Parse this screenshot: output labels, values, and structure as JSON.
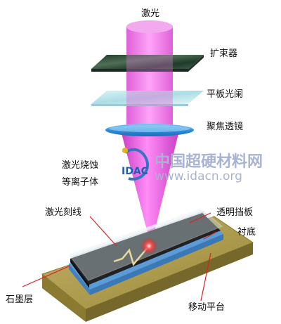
{
  "labels": {
    "laser": "激光",
    "beam_expander": "扩束器",
    "flat_aperture": "平板光阑",
    "focusing_lens": "聚焦透镜",
    "ablation_plasma_line1": "激光烧蚀",
    "ablation_plasma_line2": "等离子体",
    "laser_scribe_line": "激光刻线",
    "transparent_baffle": "透明挡板",
    "substrate": "衬底",
    "graphite_layer": "石墨层",
    "moving_platform": "移动平台"
  },
  "watermark": {
    "logo_text": "IDAC",
    "title_cn": "中国超硬材料网",
    "url": "www.idacn.org"
  },
  "colors": {
    "laser_beam": "#e84fe0",
    "beam_expander": "#2c4a38",
    "aperture": "#bfe6ec",
    "lens": "#2f8fdc",
    "platform": "#a5933f",
    "substrate_blue": "#4f95d6",
    "graphite": "#1c1c1c",
    "hot_spot": "#ff2a2a",
    "watermark": "#9aa6c8"
  }
}
